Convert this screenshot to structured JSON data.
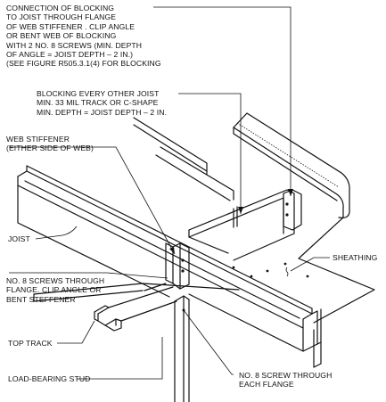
{
  "labels": {
    "blocking_connection": [
      "CONNECTION OF BLOCKING",
      "TO JOIST THROUGH FLANGE",
      "OF WEB STIFFENER . CLIP ANGLE",
      "OR BENT WEB OF BLOCKING",
      "WITH 2 NO. 8 SCREWS (MIN. DEPTH",
      "OF ANGLE = JOIST DEPTH – 2 IN.)",
      "(SEE FIGURE R505.3.1(4) FOR BLOCKING"
    ],
    "blocking_every_other": [
      "BLOCKING EVERY OTHER JOIST",
      "MIN. 33 MIL TRACK OR C-SHAPE",
      "MIN. DEPTH = JOIST DEPTH – 2 IN."
    ],
    "web_stiffener": [
      "WEB STIFFENER",
      "(EITHER SIDE OF WEB)"
    ],
    "joist": [
      "JOIST"
    ],
    "sheathing": [
      "SHEATHING"
    ],
    "screws_flange": [
      "NO. 8 SCREWS THROUGH",
      "FLANGE. CLIP ANGLE OR",
      "BENT STEFFENER"
    ],
    "top_track": [
      "TOP TRACK"
    ],
    "load_bearing_stud": [
      "LOAD-BEARING STUD"
    ],
    "screw_each_flange": [
      "NO. 8 SCREW THROUGH",
      "EACH FLANGE"
    ]
  }
}
